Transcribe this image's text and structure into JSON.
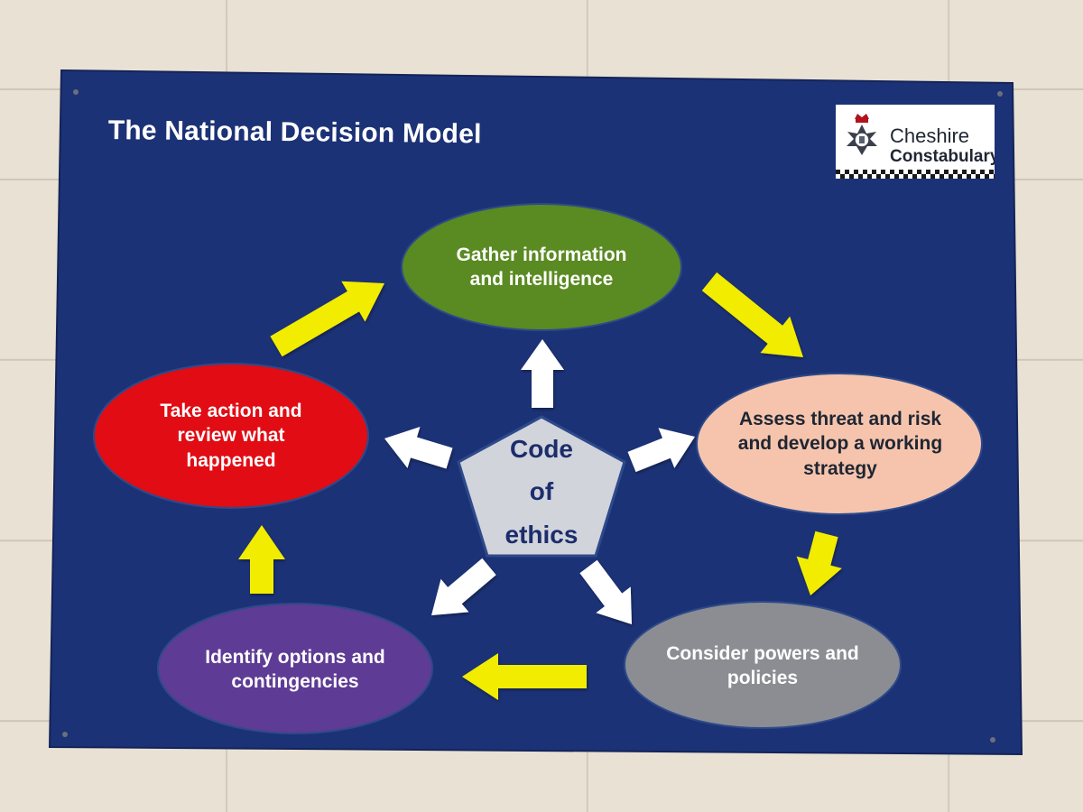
{
  "title": "The National Decision Model",
  "logo": {
    "line1": "Cheshire",
    "line2": "Constabulary",
    "crest_icon": "police-crest-icon"
  },
  "colors": {
    "board": "#1c3276",
    "flow_arrow": "#f2ec00",
    "ethics_arrow": "#ffffff",
    "ethics_fill": "#d2d4dc"
  },
  "center": {
    "lines": [
      "Code",
      "of",
      "ethics"
    ]
  },
  "nodes": {
    "gather": {
      "text": "Gather information and intelligence",
      "color": "#5a8a22",
      "text_color": "#ffffff"
    },
    "assess": {
      "text": "Assess threat and risk and develop a working strategy",
      "color": "#f6c4ad",
      "text_color": "#1f2633"
    },
    "powers": {
      "text": "Consider powers and policies",
      "color": "#8c8d93",
      "text_color": "#ffffff"
    },
    "options": {
      "text": "Identify options and contingencies",
      "color": "#5e3b94",
      "text_color": "#ffffff"
    },
    "action": {
      "text": "Take action and review what happened",
      "color": "#e10c14",
      "text_color": "#ffffff"
    }
  }
}
